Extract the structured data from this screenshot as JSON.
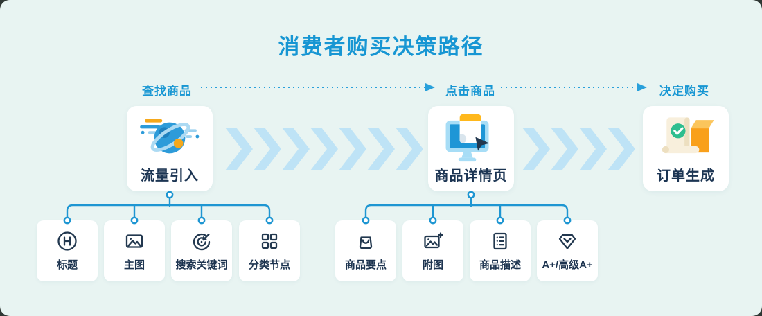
{
  "title": "消费者购买决策路径",
  "stages": [
    {
      "label": "查找商品"
    },
    {
      "label": "点击商品"
    },
    {
      "label": "决定购买"
    }
  ],
  "nodes": [
    {
      "label": "流量引入",
      "icon": "planet-traffic-icon"
    },
    {
      "label": "商品详情页",
      "icon": "monitor-cursor-icon"
    },
    {
      "label": "订单生成",
      "icon": "order-package-icon"
    }
  ],
  "groups": [
    {
      "items": [
        {
          "label": "标题",
          "icon": "heading-circle-icon"
        },
        {
          "label": "主图",
          "icon": "main-image-icon"
        },
        {
          "label": "搜索关键词",
          "icon": "search-target-icon"
        },
        {
          "label": "分类节点",
          "icon": "category-grid-icon"
        }
      ]
    },
    {
      "items": [
        {
          "label": "商品要点",
          "icon": "shopping-bag-icon"
        },
        {
          "label": "附图",
          "icon": "image-plus-icon"
        },
        {
          "label": "商品描述",
          "icon": "description-list-icon"
        },
        {
          "label": "A+/高级A+",
          "icon": "premium-gem-icon"
        }
      ]
    }
  ],
  "colors": {
    "background": "#E8F4F2",
    "primary_blue": "#1796D3",
    "connector_blue": "#1E96D2",
    "chevron_blue": "#BEE3F6",
    "text_navy": "#1C3553",
    "accent_orange": "#F5A81C",
    "accent_green": "#2FBE8F"
  }
}
